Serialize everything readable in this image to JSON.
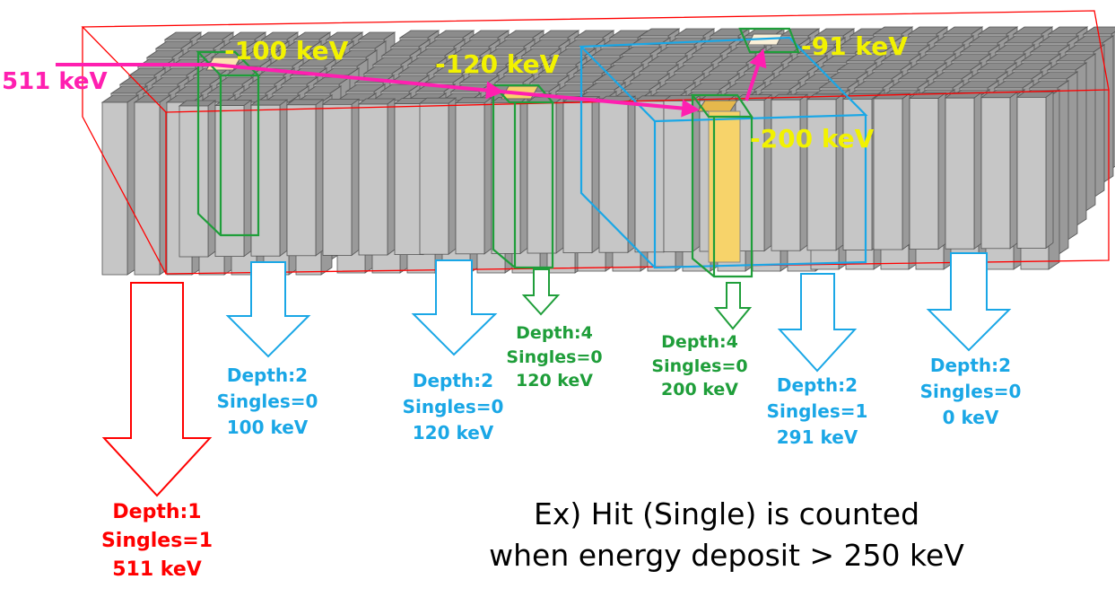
{
  "incident": {
    "energy": "511 keV"
  },
  "deposits": {
    "a": "-100 keV",
    "b": "-120 keV",
    "c": "-91 keV",
    "d": "-200 keV"
  },
  "readouts": [
    {
      "depth": "Depth:1",
      "singles": "Singles=1",
      "energy": "511 keV"
    },
    {
      "depth": "Depth:2",
      "singles": "Singles=0",
      "energy": "100 keV"
    },
    {
      "depth": "Depth:2",
      "singles": "Singles=0",
      "energy": "120 keV"
    },
    {
      "depth": "Depth:4",
      "singles": "Singles=0",
      "energy": "120 keV"
    },
    {
      "depth": "Depth:4",
      "singles": "Singles=0",
      "energy": "200 keV"
    },
    {
      "depth": "Depth:2",
      "singles": "Singles=1",
      "energy": "291 keV"
    },
    {
      "depth": "Depth:2",
      "singles": "Singles=0",
      "energy": "0 keV"
    }
  ],
  "note": {
    "line1": "Ex) Hit (Single) is counted",
    "line2": "when energy deposit > 250 keV"
  },
  "colors": {
    "depth1": "#ff0000",
    "depth2": "#1aa7e6",
    "depth4": "#1f9e3a",
    "track": "#ff1fb0",
    "deposit_label": "#f2f200",
    "hit_crystal": "#f7d36a"
  }
}
